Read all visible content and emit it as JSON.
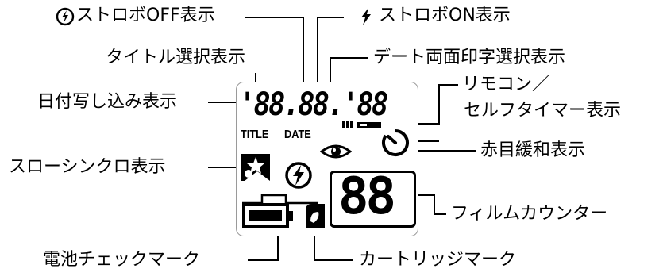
{
  "labels": {
    "flash_off": "ストロボOFF表示",
    "flash_on": "ストロボON表示",
    "title_select": "タイトル選択表示",
    "date_print_select": "デート両面印字選択表示",
    "date_imprint": "日付写し込み表示",
    "remote_self_timer_line1": "リモコン／",
    "remote_self_timer_line2": "セルフタイマー表示",
    "red_eye": "赤目緩和表示",
    "slow_sync": "スローシンクロ表示",
    "film_counter": "フィルムカウンター",
    "battery_check": "電池チェックマーク",
    "cartridge": "カートリッジマーク"
  },
  "lcd": {
    "date_digits": "'88.88.'88",
    "title_text": "TITLE",
    "date_text": "DATE",
    "counter_digits": "88"
  },
  "icons": {
    "flash_off": "flash-off-icon",
    "flash_on": "lightning-bolt-icon",
    "slow_sync": "slow-sync-icon",
    "red_eye": "eye-icon",
    "self_timer": "self-timer-icon",
    "remote": "remote-control-icon",
    "battery": "battery-icon",
    "cartridge": "film-cartridge-icon"
  },
  "colors": {
    "ink": "#000000",
    "panel_border": "#9a9a9a"
  }
}
